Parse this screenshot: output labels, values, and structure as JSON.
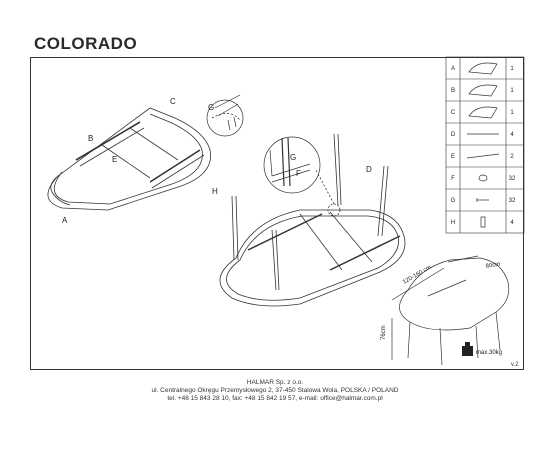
{
  "title": "COLORADO",
  "version": "v.2",
  "labels": {
    "a": "A",
    "b": "B",
    "c": "C",
    "d": "D",
    "e": "E",
    "f": "F",
    "g": "G",
    "h": "H"
  },
  "dimensions": {
    "length": "120-160 cm",
    "width": "80cm",
    "height": "76cm",
    "max_load": "max.30kg"
  },
  "parts_table": [
    {
      "letter": "A",
      "qty": "1"
    },
    {
      "letter": "B",
      "qty": "1"
    },
    {
      "letter": "C",
      "qty": "1"
    },
    {
      "letter": "D",
      "qty": "4"
    },
    {
      "letter": "E",
      "qty": "2"
    },
    {
      "letter": "F",
      "qty": "32"
    },
    {
      "letter": "G",
      "qty": "32"
    },
    {
      "letter": "H",
      "qty": "4"
    }
  ],
  "footer": {
    "company": "HALMAR Sp. z o.o.",
    "address": "ul. Centralnego Okręgu Przemysłowego 2, 37-450 Stalowa Wola, POLSKA / POLAND",
    "contact": "tel. +48 15 843 28 10, fax: +48 15 842 19 57, e-mail: office@halmar.com.pl"
  }
}
